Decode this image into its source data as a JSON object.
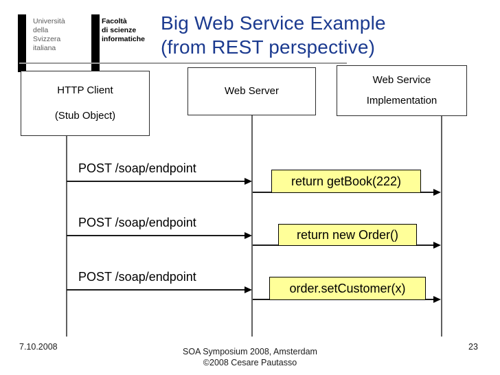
{
  "logo": {
    "university_lines": [
      "Università",
      "della",
      "Svizzera",
      "italiana"
    ],
    "faculty_lines": [
      "Facoltà",
      "di scienze",
      "informatiche"
    ]
  },
  "title": {
    "line1": "Big Web Service Example",
    "line2": "(from REST perspective)"
  },
  "actors": {
    "client": {
      "line1": "HTTP Client",
      "line2": "(Stub Object)"
    },
    "server": {
      "line1": "Web Server"
    },
    "implementation": {
      "line1": "Web Service",
      "line2": "Implementation"
    }
  },
  "messages": [
    {
      "label": "POST /soap/endpoint"
    },
    {
      "label": "POST /soap/endpoint"
    },
    {
      "label": "POST /soap/endpoint"
    }
  ],
  "calls": [
    {
      "label": "return getBook(222)"
    },
    {
      "label": "return new Order()"
    },
    {
      "label": "order.setCustomer(x)"
    }
  ],
  "footer": {
    "date": "7.10.2008",
    "venue": "SOA Symposium 2008, Amsterdam",
    "copyright": "©2008 Cesare Pautasso",
    "page": "23"
  },
  "colors": {
    "title_blue": "#1b3a8f",
    "highlight_yellow": "#ffff99"
  }
}
